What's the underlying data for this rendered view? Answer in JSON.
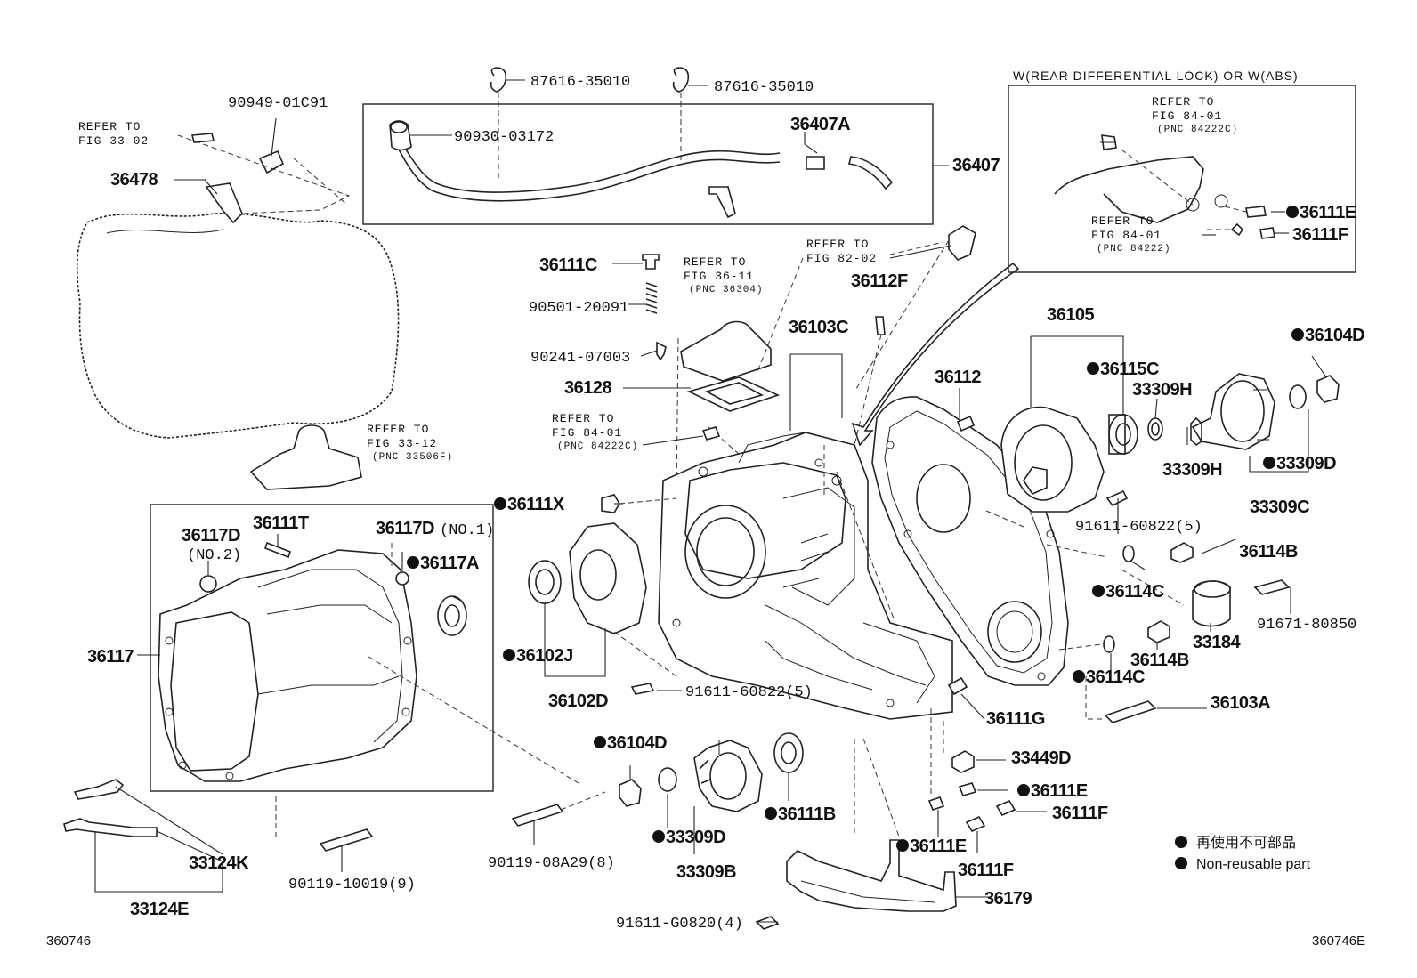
{
  "labels": {
    "l90949": "90949-01C91",
    "l87616a": "87616-35010",
    "l87616b": "87616-35010",
    "lReferA1": "REFER TO",
    "lReferA2": "FIG 33-02",
    "l36478": "36478",
    "l90930": "90930-03172",
    "l36407A": "36407A",
    "l36407": "36407",
    "lWtitle": "W(REAR DIFFERENTIAL LOCK) OR W(ABS)",
    "lReferB1": "REFER TO",
    "lReferB2": "FIG 84-01",
    "lReferB3": "(PNC 84222C)",
    "l36111E_box": "36111E",
    "lReferC1": "REFER TO",
    "lReferC2": "FIG 84-01",
    "lReferC3": "(PNC 84222)",
    "l36111F_box": "36111F",
    "lReferD1": "REFER TO",
    "lReferD2": "FIG 82-02",
    "l36111C": "36111C",
    "lReferE1": "REFER TO",
    "lReferE2": "FIG 36-11",
    "lReferE3": "(PNC 36304)",
    "l90501": "90501-20091",
    "l36112F": "36112F",
    "l90241": "90241-07003",
    "l36103C": "36103C",
    "l36128": "36128",
    "l36112": "36112",
    "l36105": "36105",
    "l36104D_r": "36104D",
    "l36115C": "36115C",
    "l33309H_a": "33309H",
    "l33309H_b": "33309H",
    "l33309D_r": "33309D",
    "l33309C": "33309C",
    "lReferF1": "REFER TO",
    "lReferF2": "FIG 84-01",
    "lReferF3": "(PNC 84222C)",
    "lReferG1": "REFER TO",
    "lReferG2": "FIG 33-12",
    "lReferG3": "(PNC 33506F)",
    "l36111X": "36111X",
    "l91611a": "91611-60822(5)",
    "l36114B_a": "36114B",
    "l36117D2": "36117D",
    "l36117D2n": "(NO.2)",
    "l36111T": "36111T",
    "l36117D1": "36117D",
    "l36117D1n": "(NO.1)",
    "l36117A": "36117A",
    "l36114C_a": "36114C",
    "l91671": "91671-80850",
    "l33184": "33184",
    "l36117": "36117",
    "l36102J": "36102J",
    "l36114B_b": "36114B",
    "l36114C_b": "36114C",
    "l36102D": "36102D",
    "l91611b": "91611-60822(5)",
    "l36103A": "36103A",
    "l36111G": "36111G",
    "l36104D_l": "36104D",
    "l33449D": "33449D",
    "l36111E_a": "36111E",
    "l36111B": "36111B",
    "l36111F_a": "36111F",
    "l33309D_l": "33309D",
    "l90119a": "90119-08A29(8)",
    "l36111E_b": "36111E",
    "l33124K": "33124K",
    "l36111F_b": "36111F",
    "l90119b": "90119-10019(9)",
    "l33309B": "33309B",
    "l36179": "36179",
    "l33124E": "33124E",
    "l91611c": "91611-G0820(4)",
    "lCodeL": "360746",
    "lCodeR": "360746E"
  },
  "legend": {
    "jp": "再使用不可部品",
    "en": "Non-reusable part"
  }
}
